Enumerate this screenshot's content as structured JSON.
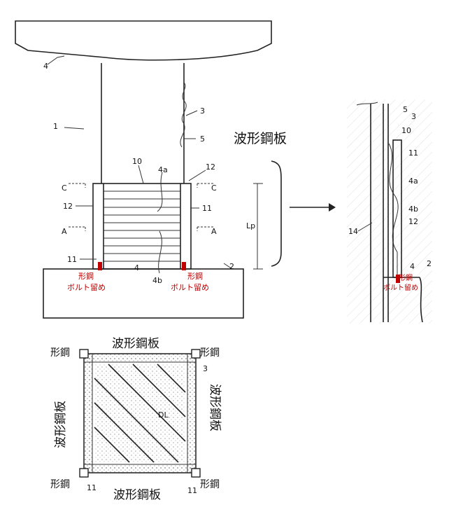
{
  "labels": {
    "n4_top": "4",
    "n1": "1",
    "n3": "3",
    "n5": "5",
    "n10": "10",
    "n4a": "4a",
    "n12_top": "12",
    "c_left": "C",
    "c_right": "C",
    "n12_left": "12",
    "n11_right": "11",
    "a_left": "A",
    "a_right": "A",
    "n11_left": "11",
    "n4b": "4b",
    "n4_bottom": "4",
    "n2": "2",
    "lp": "Lp"
  },
  "jp_labels": {
    "wave_plate_main": "波形鋼板",
    "shape_steel_left": "形鋼",
    "bolt_left": "ボルト留め",
    "shape_steel_right": "形鋼",
    "bolt_right": "ボルト留め"
  },
  "detail_labels": {
    "n5": "5",
    "n3": "3",
    "n10": "10",
    "n11": "11",
    "n4a": "4a",
    "n4b": "4b",
    "n12": "12",
    "n14": "14",
    "n4": "4",
    "n2": "2",
    "shape_steel": "形鋼",
    "bolt": "ボルト留め"
  },
  "section_labels": {
    "shape_tl": "形鋼",
    "wave_top": "波形鋼板",
    "shape_tr": "形鋼",
    "n3": "3",
    "wave_left": "波形鋼板",
    "wave_right": "波形鋼板",
    "dl": "DL",
    "shape_bl": "形鋼",
    "wave_bottom": "波形鋼板",
    "shape_br": "形鋼",
    "n11_left": "11",
    "n11_right": "11"
  }
}
